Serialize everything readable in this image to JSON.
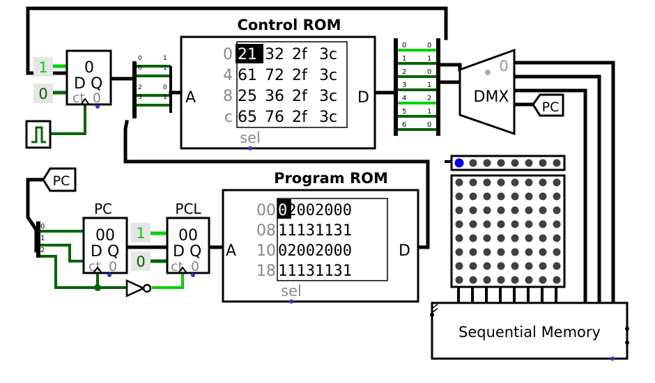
{
  "control_rom": {
    "title": "Control ROM",
    "port_a": "A",
    "port_d": "D",
    "sel": "sel",
    "rows": [
      {
        "addr": "0",
        "values": [
          "21",
          "32",
          "2f",
          "3c"
        ]
      },
      {
        "addr": "4",
        "values": [
          "61",
          "72",
          "2f",
          "3c"
        ]
      },
      {
        "addr": "8",
        "values": [
          "25",
          "36",
          "2f",
          "3c"
        ]
      },
      {
        "addr": "c",
        "values": [
          "65",
          "76",
          "2f",
          "3c"
        ]
      }
    ]
  },
  "program_rom": {
    "title": "Program ROM",
    "port_a": "A",
    "port_d": "D",
    "sel": "sel",
    "rows": [
      {
        "addr": "00",
        "values": "02002000"
      },
      {
        "addr": "08",
        "values": "11131131"
      },
      {
        "addr": "10",
        "values": "02002000"
      },
      {
        "addr": "18",
        "values": "11131131"
      }
    ]
  },
  "top_register": {
    "value": "0",
    "d": "D",
    "q": "Q",
    "ct": "ct",
    "ct_value": "0",
    "in_high": "1",
    "in_low": "0"
  },
  "pc_register": {
    "label": "PC",
    "value": "00",
    "d": "D",
    "q": "Q",
    "ct": "ct",
    "ct_value": "0"
  },
  "pcl_register": {
    "label": "PCL",
    "value": "00",
    "d": "D",
    "q": "Q",
    "ct": "ct",
    "ct_value": "0",
    "in_high": "1",
    "in_low": "0"
  },
  "demux": {
    "label": "DMX",
    "select_value": "0"
  },
  "tunnels": {
    "pc_out": "PC",
    "pc_in": "PC"
  },
  "sequential_memory": {
    "label": "Sequential Memory"
  },
  "splitter_left_top": {
    "labels": [
      "0",
      "1",
      "0",
      "1",
      "2",
      "0",
      "3",
      "1"
    ]
  },
  "splitter_control": {
    "labels": [
      "0",
      "0",
      "1",
      "1",
      "2",
      "0",
      "3",
      "1",
      "4",
      "2",
      "5",
      "1",
      "6",
      "0"
    ]
  },
  "splitter_pc": {
    "labels": [
      "0",
      "1",
      "2"
    ]
  },
  "led_matrix": {
    "rows": 8,
    "cols": 8,
    "top_row_lit_index": 0
  },
  "colors": {
    "wire_on": "#00d200",
    "wire_off": "#006400",
    "bus": "#000000",
    "led_off": "#404040",
    "led_lit": "#0000f0",
    "port_dot": "#3333dd",
    "highlight": "#000000"
  }
}
